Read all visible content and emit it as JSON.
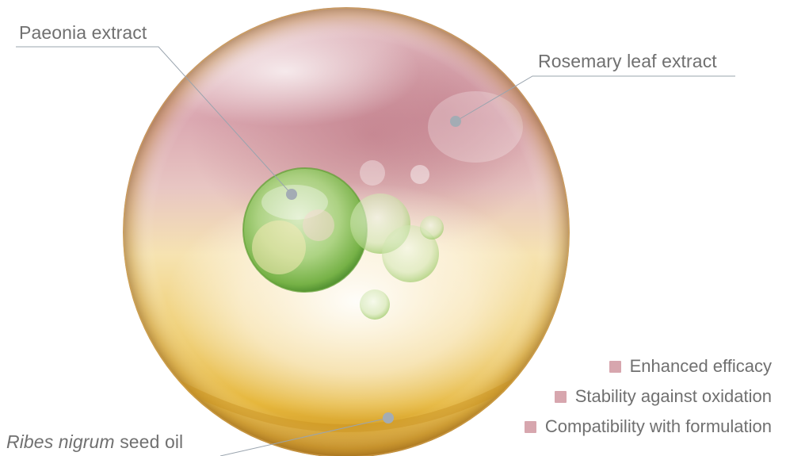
{
  "callouts": {
    "paeonia": "Paeonia extract",
    "rosemary": "Rosemary leaf extract",
    "ribes_italic": "Ribes nigrum",
    "ribes_rest": " seed oil"
  },
  "legend": {
    "swatch_color": "#d7a6ae",
    "items": [
      "Enhanced efficacy",
      "Stability against oxidation",
      "Compatibility with formulation"
    ]
  },
  "colors": {
    "leader_line": "#9aa4ae",
    "dot": "#a3acb4",
    "pink_zone": "#c98c97",
    "yellow_zone": "#e2b93a",
    "green_sphere": "#74b64a"
  }
}
